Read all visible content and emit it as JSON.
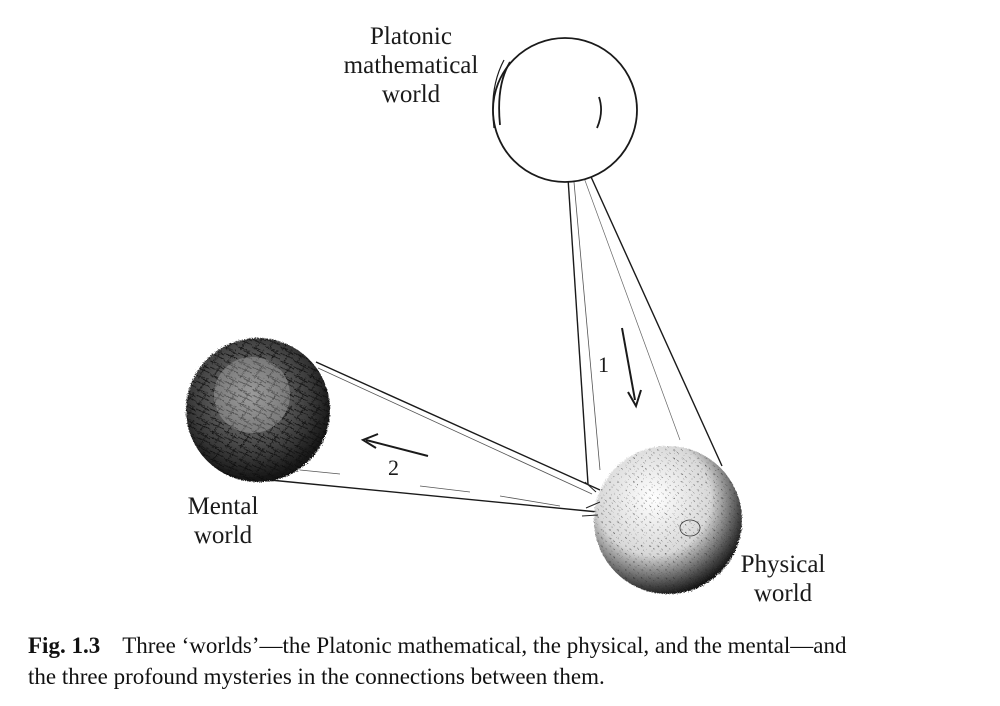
{
  "labels": {
    "platonic": [
      "Platonic",
      "mathematical",
      "world"
    ],
    "mental": [
      "Mental",
      "world"
    ],
    "physical": [
      "Physical",
      "world"
    ]
  },
  "arrows": {
    "arrow_1": "1",
    "arrow_2": "2"
  },
  "caption": {
    "figure_label": "Fig. 1.3",
    "text_line_1": "Three ‘worlds’—the Platonic mathematical, the physical, and the mental—and",
    "text_line_2": "the three profound mysteries in the connections between them."
  },
  "colors": {
    "ink": "#1a1a1a",
    "background": "#ffffff"
  }
}
